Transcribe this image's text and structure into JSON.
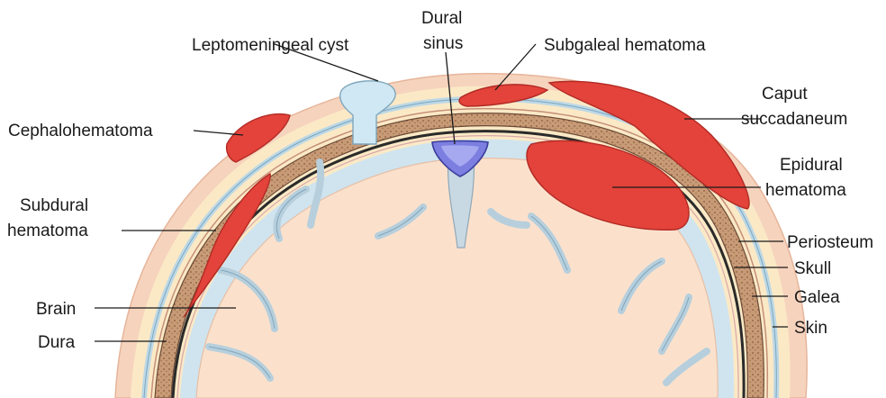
{
  "labels": {
    "leptomeningeal_cyst": "Leptomeningeal cyst",
    "dural_sinus_line1": "Dural",
    "dural_sinus_line2": "sinus",
    "subgaleal_hematoma": "Subgaleal hematoma",
    "caput_line1": "Caput",
    "caput_line2": "succadaneum",
    "cephalohematoma": "Cephalohematoma",
    "epidural_line1": "Epidural",
    "epidural_line2": "hematoma",
    "subdural_line1": "Subdural",
    "subdural_line2": "hematoma",
    "periosteum": "Periosteum",
    "skull": "Skull",
    "galea": "Galea",
    "brain": "Brain",
    "dura": "Dura",
    "skin": "Skin"
  },
  "colors": {
    "skin": "#f6d3bd",
    "scalp_fat": "#fbe9c6",
    "galea": "#bcd8e6",
    "skull": "#c89b77",
    "skull_dots": "#8a5a3a",
    "dura": "#2a2a2a",
    "csf": "#cfe4ef",
    "brain": "#fbe1cc",
    "hematoma": "#e3433a",
    "hematoma_edge": "#b12a25",
    "sinus": "#7c7ee0",
    "cyst": "#cfe8f3"
  }
}
